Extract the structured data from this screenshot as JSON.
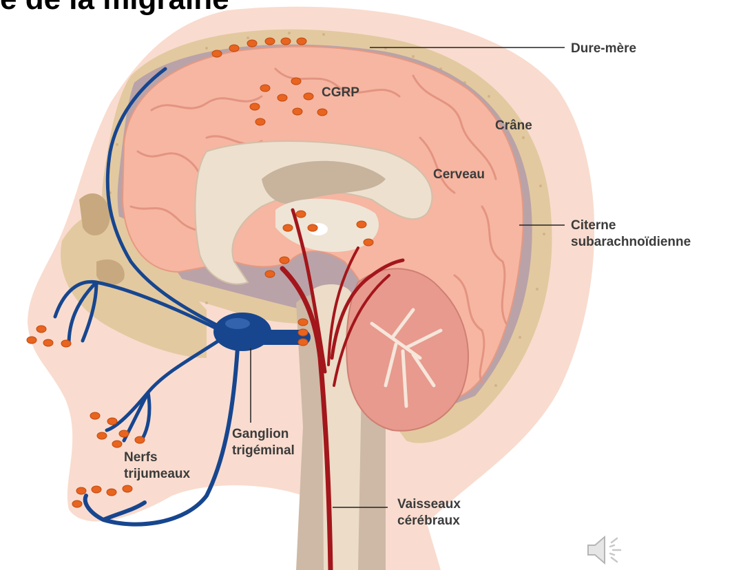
{
  "title": "e de la migraine",
  "labels": {
    "dure_mere": "Dure-mère",
    "crane": "Crâne",
    "cerveau": "Cerveau",
    "cgrp": "CGRP",
    "citerne_line1": "Citerne",
    "citerne_line2": "subarachnoïdienne",
    "ganglion_line1": "Ganglion",
    "ganglion_line2": "trigéminal",
    "nerfs_line1": "Nerfs",
    "nerfs_line2": "trijumeaux",
    "vaisseaux_line1": "Vaisseaux",
    "vaisseaux_line2": "cérébraux"
  },
  "colors": {
    "skin": "#f9dccf",
    "bone": "#e3c9a0",
    "brain": "#f6b6a2",
    "nerve": "#17468f",
    "vessel": "#a3161b",
    "cgrp_dot": "#e8641f",
    "cerebellum": "#e79a8d"
  },
  "icons": {
    "speaker": "speaker-icon"
  }
}
